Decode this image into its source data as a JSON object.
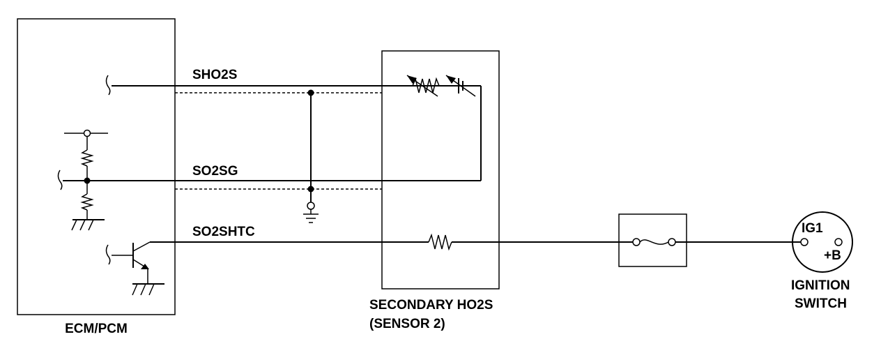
{
  "diagram": {
    "ecm_label": "ECM/PCM",
    "sensor_label_line1": "SECONDARY HO2S",
    "sensor_label_line2": "(SENSOR 2)",
    "ignition_label_line1": "IGNITION",
    "ignition_label_line2": "SWITCH",
    "wires": {
      "sho2s": "SHO2S",
      "so2sg": "SO2SG",
      "so2shtc": "SO2SHTC"
    },
    "ignition_terminals": {
      "ig1": "IG1",
      "b_plus": "+B"
    }
  }
}
